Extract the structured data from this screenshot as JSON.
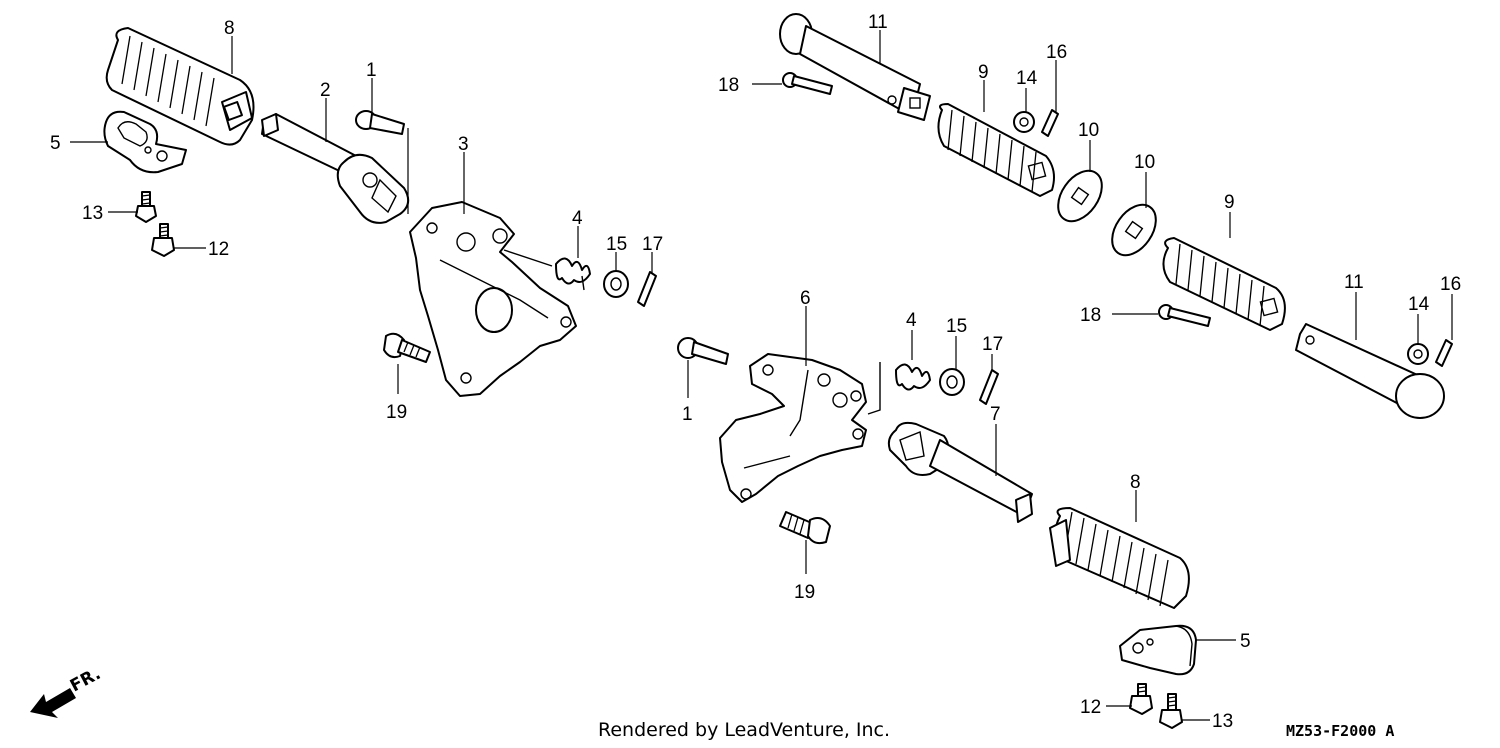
{
  "callouts": {
    "c8a": "8",
    "c1a": "1",
    "c2": "2",
    "c3": "3",
    "c5a": "5",
    "c13a": "13",
    "c12a": "12",
    "c4a": "4",
    "c15a": "15",
    "c17a": "17",
    "c19a": "19",
    "c11a": "11",
    "c18a": "18",
    "c9a": "9",
    "c14a": "14",
    "c16a": "16",
    "c10a": "10",
    "c10b": "10",
    "c9b": "9",
    "c11b": "11",
    "c14b": "14",
    "c16b": "16",
    "c18b": "18",
    "c6": "6",
    "c1b": "1",
    "c4b": "4",
    "c15b": "15",
    "c17b": "17",
    "c7": "7",
    "c8b": "8",
    "c19b": "19",
    "c5b": "5",
    "c12b": "12",
    "c13b": "13"
  },
  "front_indicator": "FR.",
  "footer_text": "Rendered by LeadVenture, Inc.",
  "diagram_code": "MZ53-F2000 A"
}
